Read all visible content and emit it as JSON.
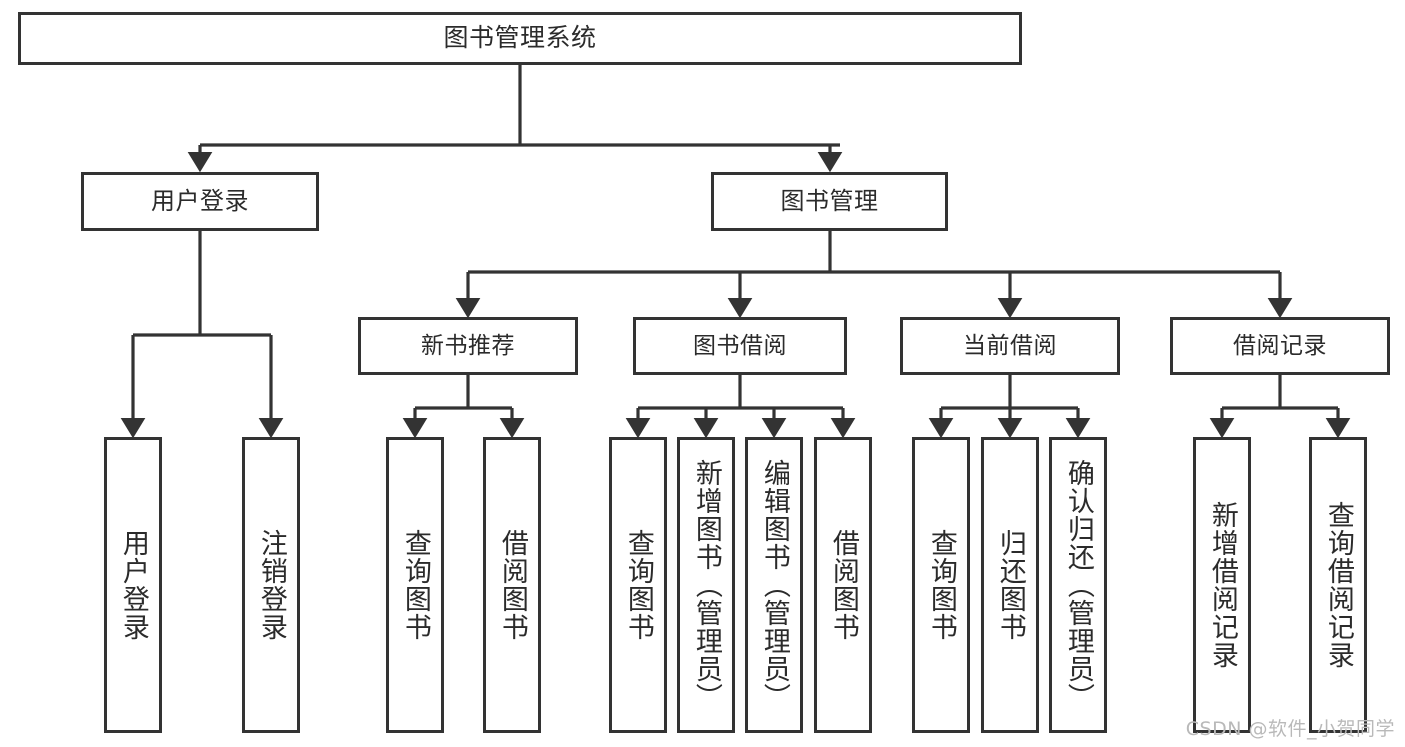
{
  "diagram": {
    "title": "图书管理系统",
    "type": "hierarchy-tree",
    "line_color": "#333333",
    "background_color": "#ffffff",
    "root": {
      "id": "root",
      "label": "图书管理系统"
    },
    "level1": [
      {
        "id": "user-login",
        "label": "用户登录"
      },
      {
        "id": "book-manage",
        "label": "图书管理"
      }
    ],
    "level2": [
      {
        "id": "new-book-recommend",
        "label": "新书推荐",
        "parent": "book-manage"
      },
      {
        "id": "book-borrow",
        "label": "图书借阅",
        "parent": "book-manage"
      },
      {
        "id": "current-borrow",
        "label": "当前借阅",
        "parent": "book-manage"
      },
      {
        "id": "borrow-record",
        "label": "借阅记录",
        "parent": "book-manage"
      }
    ],
    "leaves": [
      {
        "id": "leaf-user-login",
        "label": "用户登录",
        "parent": "user-login"
      },
      {
        "id": "leaf-user-logout",
        "label": "注销登录",
        "parent": "user-login"
      },
      {
        "id": "leaf-query-book-1",
        "label": "查询图书",
        "parent": "new-book-recommend"
      },
      {
        "id": "leaf-borrow-book-1",
        "label": "借阅图书",
        "parent": "new-book-recommend"
      },
      {
        "id": "leaf-query-book-2",
        "label": "查询图书",
        "parent": "book-borrow"
      },
      {
        "id": "leaf-add-book",
        "label": "新增图书（管理员）",
        "parent": "book-borrow"
      },
      {
        "id": "leaf-edit-book",
        "label": "编辑图书（管理员）",
        "parent": "book-borrow"
      },
      {
        "id": "leaf-borrow-book-2",
        "label": "借阅图书",
        "parent": "book-borrow"
      },
      {
        "id": "leaf-query-book-3",
        "label": "查询图书",
        "parent": "current-borrow"
      },
      {
        "id": "leaf-return-book",
        "label": "归还图书",
        "parent": "current-borrow"
      },
      {
        "id": "leaf-confirm-return",
        "label": "确认归还（管理员）",
        "parent": "current-borrow"
      },
      {
        "id": "leaf-add-record",
        "label": "新增借阅记录",
        "parent": "borrow-record"
      },
      {
        "id": "leaf-query-record",
        "label": "查询借阅记录",
        "parent": "borrow-record"
      }
    ]
  },
  "watermark": {
    "text": "CSDN @软件_小贺同学"
  }
}
